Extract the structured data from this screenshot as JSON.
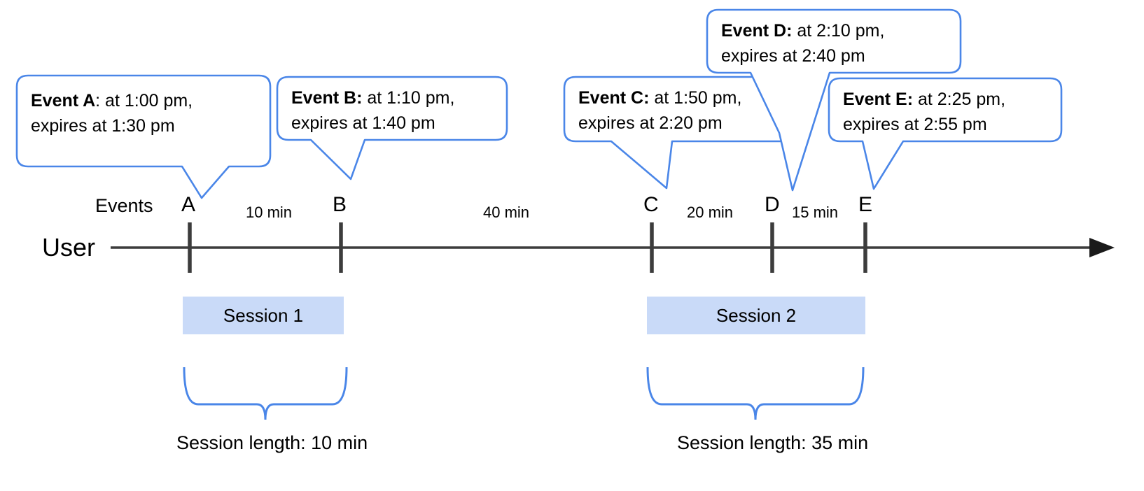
{
  "diagram": {
    "title": "User session timeline with events and expirations",
    "colors": {
      "callout_stroke": "#4a86e8",
      "callout_fill": "#ffffff",
      "session_fill": "#c9daf8",
      "axis": "#3c3c3c",
      "brace": "#4a86e8",
      "text": "#000000"
    },
    "axis": {
      "row_label": "User",
      "events_label": "Events"
    },
    "events": [
      {
        "letter": "A",
        "name": "Event A",
        "separator": ":",
        "detail": " at 1:00 pm, expires at 1:30 pm",
        "line1_tail": " at 1:00 pm,",
        "line2": "expires at 1:30 pm",
        "time": "1:00 pm",
        "expires": "1:30 pm"
      },
      {
        "letter": "B",
        "name": "Event B",
        "separator": ":",
        "detail": " at 1:10 pm, expires at 1:40 pm",
        "line1_tail": " at 1:10 pm,",
        "line2": "expires at 1:40 pm",
        "time": "1:10 pm",
        "expires": "1:40 pm"
      },
      {
        "letter": "C",
        "name": "Event C",
        "separator": ":",
        "detail": " at 1:50 pm, expires at 2:20 pm",
        "line1_tail": " at 1:50 pm,",
        "line2": "expires at 2:20 pm",
        "time": "1:50 pm",
        "expires": "2:20 pm"
      },
      {
        "letter": "D",
        "name": "Event D",
        "separator": ":",
        "detail": " at 2:10 pm, expires at 2:40 pm",
        "line1_tail": " at 2:10 pm,",
        "line2": "expires at 2:40 pm",
        "time": "2:10 pm",
        "expires": "2:40 pm"
      },
      {
        "letter": "E",
        "name": "Event E",
        "separator": ":",
        "detail": " at 2:25 pm, expires at 2:55 pm",
        "line1_tail": " at 2:25 pm,",
        "line2": "expires at 2:55 pm",
        "time": "2:25 pm",
        "expires": "2:55 pm"
      }
    ],
    "gaps": [
      {
        "label": "10 min",
        "from": "A",
        "to": "B"
      },
      {
        "label": "40 min",
        "from": "B",
        "to": "C"
      },
      {
        "label": "20 min",
        "from": "C",
        "to": "D"
      },
      {
        "label": "15 min",
        "from": "D",
        "to": "E"
      }
    ],
    "sessions": [
      {
        "label": "Session 1",
        "length_label": "Session length: 10 min",
        "length": "10 min",
        "events": [
          "A",
          "B"
        ]
      },
      {
        "label": "Session 2",
        "length_label": "Session length: 35 min",
        "length": "35 min",
        "events": [
          "C",
          "D",
          "E"
        ]
      }
    ]
  }
}
